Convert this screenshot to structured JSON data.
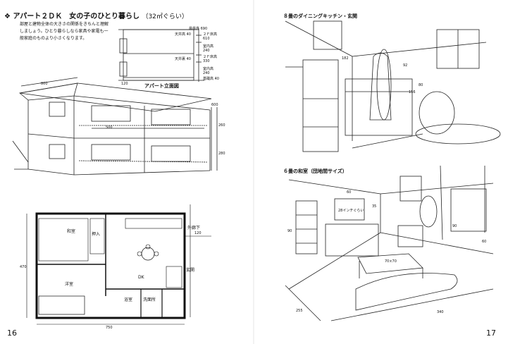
{
  "left_page": {
    "heading_mark": "❖",
    "heading": "アパート２ＤＫ　女の子のひとり暮らし",
    "heading_size": "（32㎡ぐらい）",
    "body_lines": [
      "部屋と建物全体の大きさの関係をきちんと理解",
      "しましょう。ひとり暮らしなら家具や家電も一",
      "般家庭のものより小さくなります。"
    ],
    "elevation": {
      "caption": "アパート立面図",
      "labels": {
        "top_eave": "最最高",
        "top_eave_val": "690",
        "ceiling_2f": "天井高",
        "ceiling_2f_val": "40",
        "floor_2f": "２Ｆ床高",
        "floor_2f_val": "610",
        "room_2f": "室内高",
        "room_2f_val": "240",
        "ceiling_1f": "天井裏",
        "ceiling_1f_val": "40",
        "floor_1f": "２Ｆ床高",
        "floor_1f_val": "330",
        "room_1f": "室内高",
        "room_1f_val": "240",
        "base": "基礎高",
        "base_val": "40",
        "bottom_width": "120"
      }
    },
    "building_dims": {
      "depth": "800",
      "width": "500",
      "roof_h": "600",
      "f2_h": "260",
      "f1_h": "280"
    },
    "plan": {
      "rooms": {
        "washitsu": "和室",
        "oshiire": "押入",
        "dk": "DK",
        "yoshitsu": "洋室",
        "yokushitsu": "浴室",
        "senmenjo": "洗面所",
        "genkan": "玄関",
        "gaibu_roka": "外廊下",
        "roka_width": "120",
        "height_dim": "470",
        "width_dim": "750"
      }
    },
    "page_number": "16"
  },
  "right_page": {
    "section1": {
      "heading": "８畳のダイニングキッチン・玄関",
      "dims": {
        "d1": "182",
        "d2": "92",
        "d3": "156",
        "d4": "80"
      }
    },
    "section2": {
      "heading": "６畳の和室（団地間サイズ）",
      "tv_label": "28インチぐらい",
      "dims": {
        "tv_w": "60",
        "tv_h": "35",
        "table": "70×70",
        "shelf": "90",
        "mirror": "90",
        "window": "60",
        "depth": "255",
        "width": "340"
      }
    },
    "page_number": "17"
  }
}
